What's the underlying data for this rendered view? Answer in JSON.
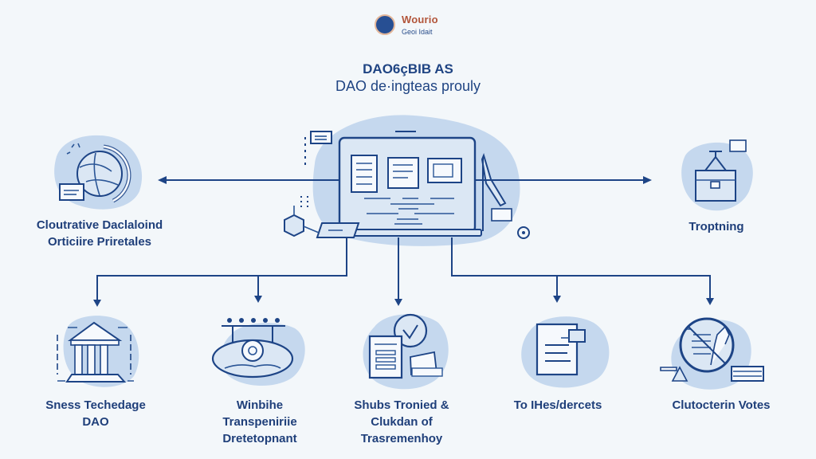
{
  "logo": {
    "name": "Wourio",
    "subtitle": "Geoi Idait",
    "icon": "globe-badge-icon"
  },
  "header": {
    "title_line1": "DAO6çBIB AS",
    "title_line2": "DAO de·ingteas prouly"
  },
  "center": {
    "icon": "laptop-dashboard-icon"
  },
  "side_nodes": [
    {
      "id": "left",
      "label_line1": "Cloutrative Daclaloind",
      "label_line2": "Orticiire Priretales",
      "icon": "globe-document-icon"
    },
    {
      "id": "right",
      "label_line1": "Troptning",
      "label_line2": "",
      "icon": "briefcase-icon"
    }
  ],
  "bottom_nodes": [
    {
      "label_lines": [
        "Sness Techedage",
        "DAO"
      ],
      "icon": "bank-building-icon"
    },
    {
      "label_lines": [
        "Winbihe",
        "Transpeniriie",
        "Dretetopnant"
      ],
      "icon": "network-hub-icon"
    },
    {
      "label_lines": [
        "Shubs Tronied &",
        "Clukdan of",
        "Trasremenhoy"
      ],
      "icon": "document-check-icon"
    },
    {
      "label_lines": [
        "To IHes/dercets"
      ],
      "icon": "file-window-icon"
    },
    {
      "label_lines": [
        "Clutocterin Votes"
      ],
      "icon": "vote-prohibited-icon"
    }
  ],
  "colors": {
    "background": "#f3f7fa",
    "primary": "#1d4486",
    "blob": "#c5d8ee",
    "logo_accent": "#b2553a"
  }
}
